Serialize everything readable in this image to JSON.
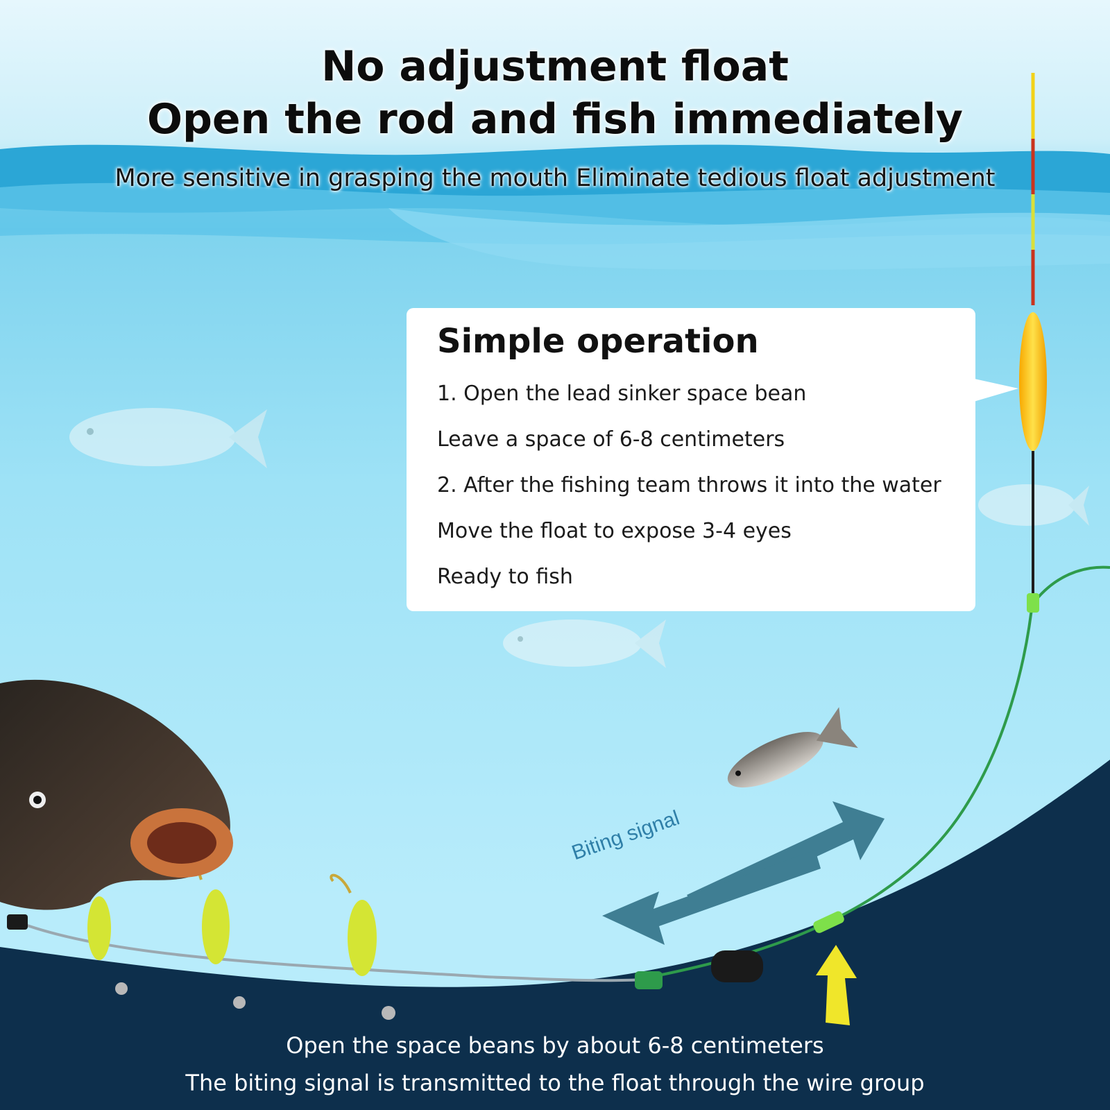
{
  "header": {
    "title_line1": "No adjustment float",
    "title_line2": "Open the rod and fish immediately",
    "subtitle": "More sensitive in grasping the mouth Eliminate tedious float adjustment"
  },
  "card": {
    "title": "Simple operation",
    "steps": [
      "1. Open the lead sinker space bean",
      "Leave a space of 6-8 centimeters",
      "2. After the fishing team throws it into the water",
      "Move the float to expose 3-4 eyes",
      "Ready to fish"
    ]
  },
  "diagram": {
    "signal_label": "Biting signal"
  },
  "footer": {
    "caption_line1": "Open the space beans by about 6-8 centimeters",
    "caption_line2": "The biting signal is transmitted to the float through the wire group"
  },
  "colors": {
    "sky": "#e6f7fd",
    "water_mid": "#9ee2f6",
    "wave_band": "#2ba6d6",
    "seabed": "#0d2f4c",
    "float_yellow": "#f4c21a",
    "line_green": "#2e9b4b",
    "arrow_teal": "#3f7e93",
    "pointer_yellow": "#f0e62a"
  }
}
